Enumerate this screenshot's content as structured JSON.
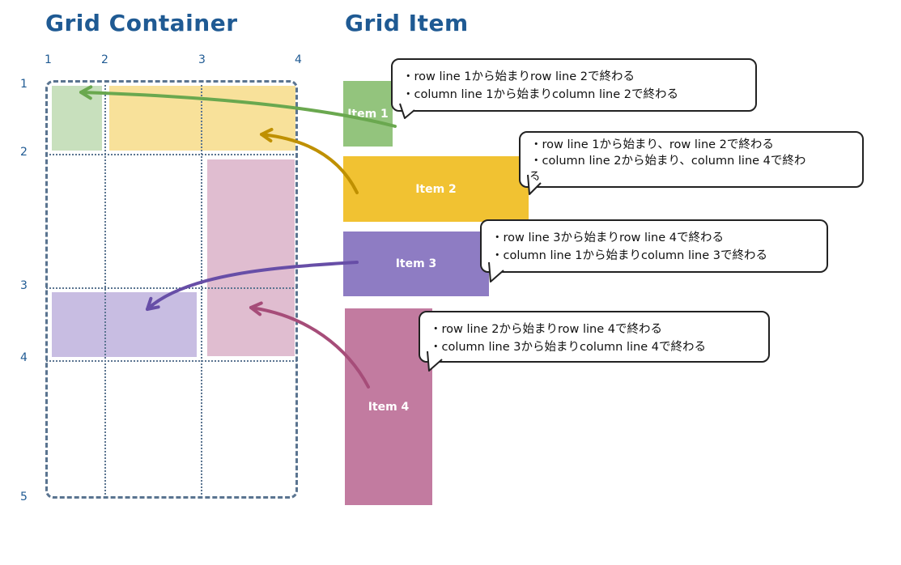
{
  "titles": {
    "container": "Grid Container",
    "item": "Grid Item"
  },
  "column_line_numbers": [
    "1",
    "2",
    "3",
    "4"
  ],
  "row_line_numbers": [
    "1",
    "2",
    "3",
    "4",
    "5"
  ],
  "items": [
    {
      "label": "Item 1",
      "color": "#93c47d",
      "placed_color": "#c8e0bd",
      "bubble_lines": [
        "・row line 1から始まりrow line 2で終わる",
        "・column line 1から始まりcolumn line 2で終わる"
      ]
    },
    {
      "label": "Item 2",
      "color": "#f1c232",
      "placed_color": "#f8e19a",
      "bubble_lines": [
        "・row line 1から始まり、row line 2で終わる",
        "・column line 2から始まり、column line 4で終わ",
        "る"
      ]
    },
    {
      "label": "Item 3",
      "color": "#8e7cc3",
      "placed_color": "#c8bde2",
      "bubble_lines": [
        "・row line 3から始まりrow line 4で終わる",
        "・column line 1から始まりcolumn line 3で終わる"
      ]
    },
    {
      "label": "Item 4",
      "color": "#c27ba0",
      "placed_color": "#e0bdd0",
      "bubble_lines": [
        "・row line 2から始まりrow line 4で終わる",
        "・column line 3から始まりcolumn line 4で終わる"
      ]
    }
  ],
  "arrow_colors": [
    "#6aa84f",
    "#bf9000",
    "#674ea7",
    "#a64d79"
  ]
}
